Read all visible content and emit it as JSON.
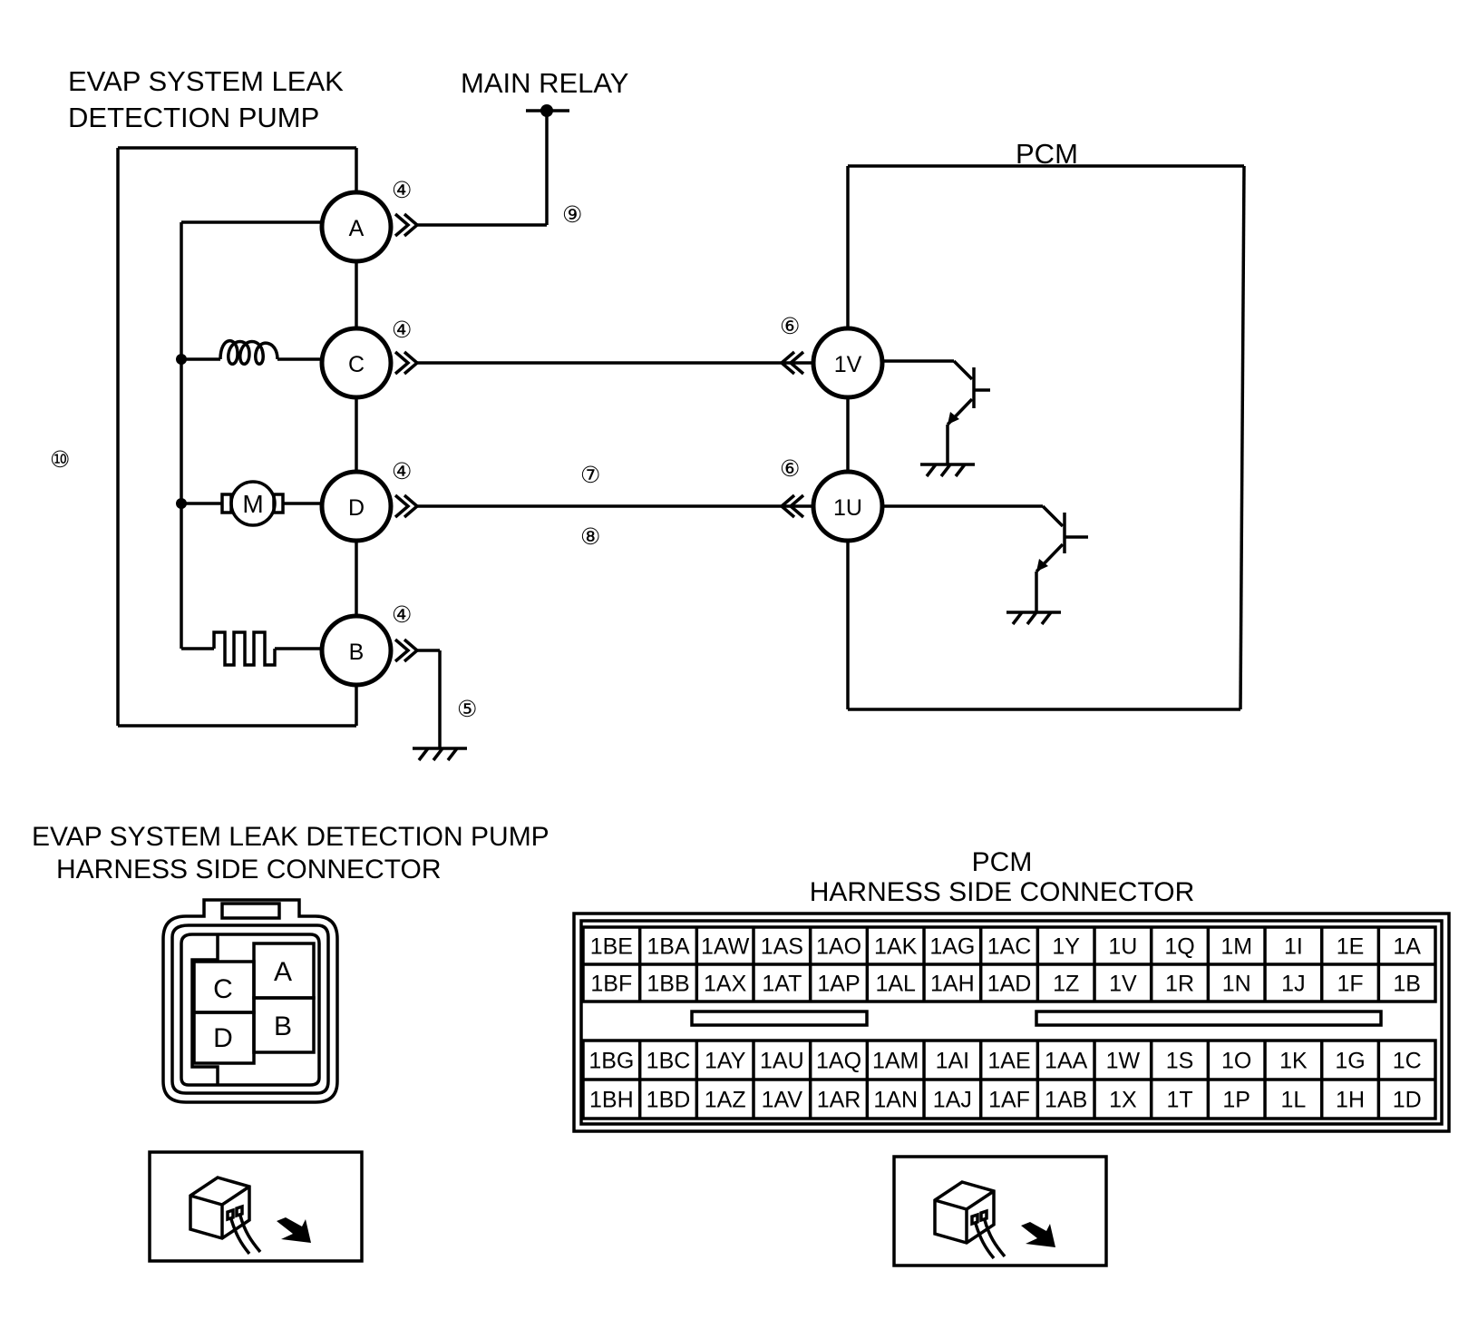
{
  "schematic": {
    "pump_title_line1": "EVAP SYSTEM LEAK",
    "pump_title_line2": "DETECTION PUMP",
    "main_relay_label": "MAIN RELAY",
    "pcm_label": "PCM",
    "pump_terminals": [
      "A",
      "C",
      "D",
      "B"
    ],
    "pcm_terminals": [
      "1V",
      "1U"
    ],
    "motor_label": "M",
    "callouts": {
      "pump_connector": "④",
      "pcm_connector": "⑥",
      "ground": "⑤",
      "wire_7": "⑦",
      "wire_8": "⑧",
      "main_relay_wire": "⑨",
      "pump_body": "⑩"
    }
  },
  "pump_connector": {
    "title_line1": "EVAP SYSTEM LEAK DETECTION PUMP",
    "title_line2": "HARNESS SIDE CONNECTOR",
    "pins": [
      "A",
      "C",
      "B",
      "D"
    ],
    "view_icon": "harness-side-view-icon"
  },
  "pcm_connector": {
    "title_line1": "PCM",
    "title_line2": "HARNESS SIDE CONNECTOR",
    "upper_rows": [
      [
        "1BE",
        "1BA",
        "1AW",
        "1AS",
        "1AO",
        "1AK",
        "1AG",
        "1AC",
        "1Y",
        "1U",
        "1Q",
        "1M",
        "1I",
        "1E",
        "1A"
      ],
      [
        "1BF",
        "1BB",
        "1AX",
        "1AT",
        "1AP",
        "1AL",
        "1AH",
        "1AD",
        "1Z",
        "1V",
        "1R",
        "1N",
        "1J",
        "1F",
        "1B"
      ]
    ],
    "lower_rows": [
      [
        "1BG",
        "1BC",
        "1AY",
        "1AU",
        "1AQ",
        "1AM",
        "1AI",
        "1AE",
        "1AA",
        "1W",
        "1S",
        "1O",
        "1K",
        "1G",
        "1C"
      ],
      [
        "1BH",
        "1BD",
        "1AZ",
        "1AV",
        "1AR",
        "1AN",
        "1AJ",
        "1AF",
        "1AB",
        "1X",
        "1T",
        "1P",
        "1L",
        "1H",
        "1D"
      ]
    ],
    "view_icon": "harness-side-view-icon"
  }
}
